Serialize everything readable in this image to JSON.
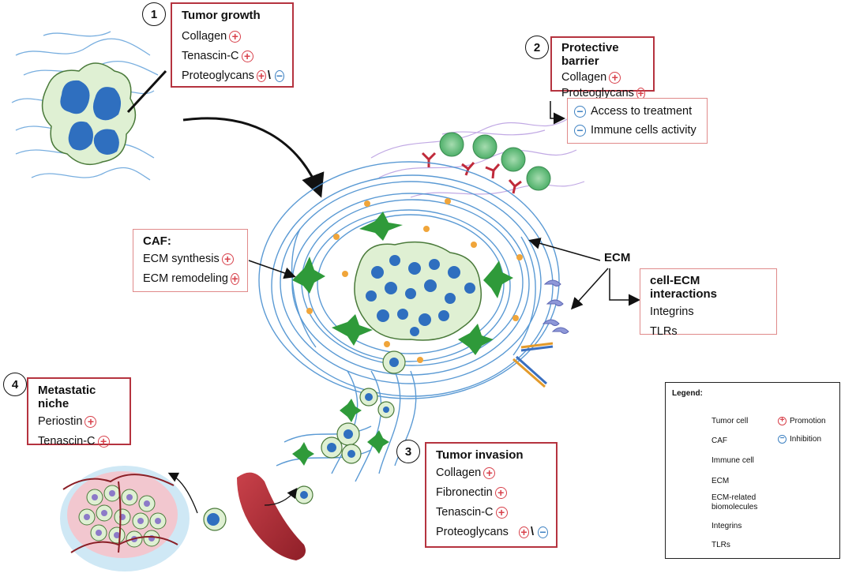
{
  "panel1": {
    "number": "1",
    "title": "Tumor growth",
    "items": [
      "Collagen",
      "Tenascin-C",
      "Proteoglycans"
    ]
  },
  "panel2": {
    "number": "2",
    "title": "Protective barrier",
    "items": [
      "Collagen",
      "Proteoglycans"
    ],
    "effects": [
      "Access to treatment",
      "Immune cells activity"
    ]
  },
  "panel3": {
    "number": "3",
    "title": "Tumor invasion",
    "items": [
      "Collagen",
      "Fibronectin",
      "Tenascin-C",
      "Proteoglycans"
    ]
  },
  "panel4": {
    "number": "4",
    "title": "Metastatic niche",
    "items": [
      "Periostin",
      "Tenascin-C"
    ]
  },
  "caf": {
    "title": "CAF:",
    "items": [
      "ECM synthesis",
      "ECM remodeling"
    ]
  },
  "ecm_label": "ECM",
  "interactions": {
    "title": "cell-ECM interactions",
    "items": [
      "Integrins",
      "TLRs"
    ]
  },
  "legend": {
    "title": "Legend:",
    "tumor_cell": "Tumor cell",
    "caf": "CAF",
    "immune_cell": "Immune cell",
    "ecm": "ECM",
    "biomolecules_line1": "ECM-related",
    "biomolecules_line2": "biomolecules",
    "integrins": "Integrins",
    "tlrs": "TLRs",
    "promotion": "Promotion",
    "inhibition": "Inhibition"
  },
  "colors": {
    "box_border": "#b5333f",
    "promotion": "#d8414b",
    "inhibition": "#3f82c2",
    "ecm_fiber": "#4a90d0",
    "caf": "#2f9a3a",
    "tumor_cell": "#dff0d3",
    "nucleus": "#2f6fbf",
    "immune": "#4fb06a",
    "vessel": "#b8333a"
  }
}
